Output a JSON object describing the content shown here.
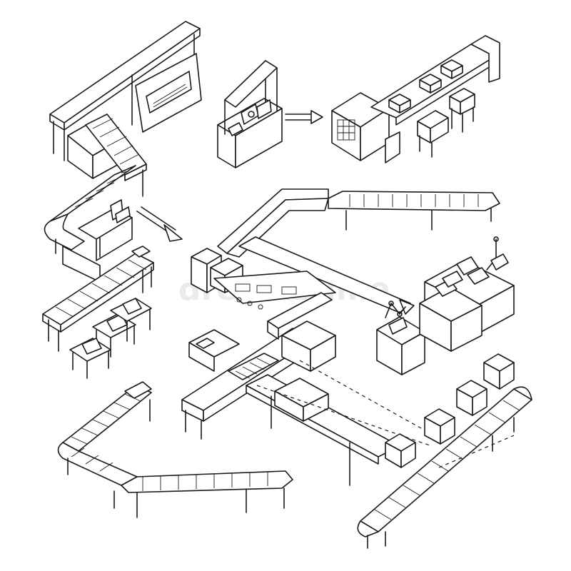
{
  "watermark": "dreamstime",
  "colors": {
    "line": "#1a1a1a",
    "background": "#ffffff"
  },
  "sections": [
    "top-left-conveyor-line",
    "top-center-control-machine",
    "top-right-packing-line",
    "center-main-assembly-line",
    "right-robot-stations",
    "bottom-left-conveyor",
    "bottom-right-box-conveyor"
  ]
}
